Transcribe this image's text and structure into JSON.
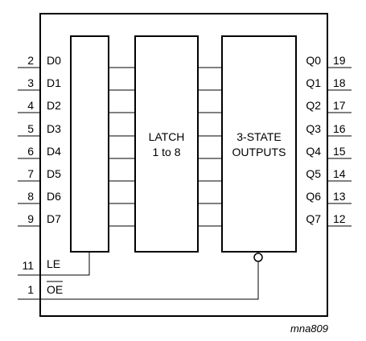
{
  "diagram": {
    "code": "mna809",
    "blocks": {
      "latch": {
        "line1": "LATCH",
        "line2": "1 to 8"
      },
      "outputs": {
        "line1": "3-STATE",
        "line2": "OUTPUTS"
      }
    },
    "inputs": [
      {
        "pin": "2",
        "label": "D0"
      },
      {
        "pin": "3",
        "label": "D1"
      },
      {
        "pin": "4",
        "label": "D2"
      },
      {
        "pin": "5",
        "label": "D3"
      },
      {
        "pin": "6",
        "label": "D4"
      },
      {
        "pin": "7",
        "label": "D5"
      },
      {
        "pin": "8",
        "label": "D6"
      },
      {
        "pin": "9",
        "label": "D7"
      }
    ],
    "outputs": [
      {
        "pin": "19",
        "label": "Q0"
      },
      {
        "pin": "18",
        "label": "Q1"
      },
      {
        "pin": "17",
        "label": "Q2"
      },
      {
        "pin": "16",
        "label": "Q3"
      },
      {
        "pin": "15",
        "label": "Q4"
      },
      {
        "pin": "14",
        "label": "Q5"
      },
      {
        "pin": "13",
        "label": "Q6"
      },
      {
        "pin": "12",
        "label": "Q7"
      }
    ],
    "controls": {
      "le": {
        "pin": "11",
        "label": "LE"
      },
      "oe": {
        "pin": "1",
        "label": "OE",
        "active_low": true
      }
    }
  }
}
